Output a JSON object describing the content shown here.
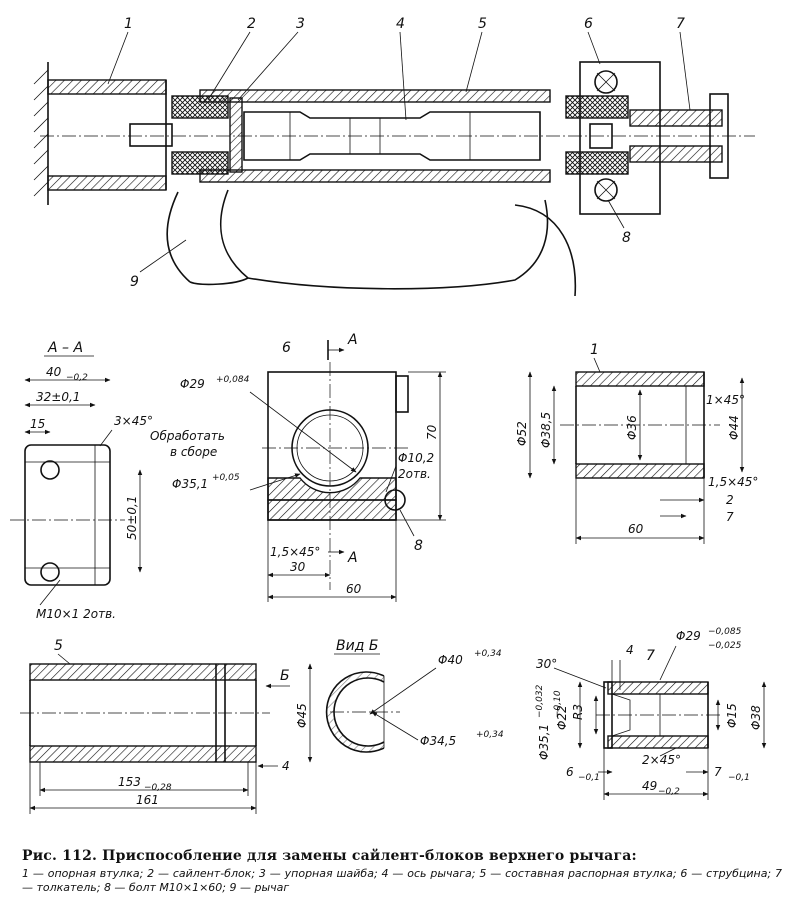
{
  "callouts": {
    "c1": "1",
    "c2": "2",
    "c3": "3",
    "c4": "4",
    "c5": "5",
    "c6": "6",
    "c7": "7",
    "c8": "8",
    "c9": "9"
  },
  "clamp_view": {
    "title": "А – А",
    "dim_40": "40",
    "dim_40_tol": "−0,2",
    "dim_32": "32±0,1",
    "dim_15": "15",
    "dim_chamfer": "3×45°",
    "dim_50": "50±0,1",
    "note_bolts": "М10×1 2отв."
  },
  "clamp_section": {
    "label_part": "6",
    "label_section": "А",
    "dim_d29": "Φ29",
    "dim_d29_tol": "+0,084",
    "note_machine_1": "Обработать",
    "note_machine_2": "в сборе",
    "dim_d35": "Φ35,1",
    "dim_d35_tol": "+0,05",
    "dim_d10": "Φ10,2",
    "note_holes": "2отв.",
    "dim_70": "70",
    "dim_chamfer": "1,5×45°",
    "dim_30": "30",
    "dim_60": "60",
    "label_bolt": "8"
  },
  "sleeve_view": {
    "label_part": "1",
    "dim_d52": "Φ52",
    "dim_d385": "Φ38,5",
    "dim_d36": "Φ36",
    "dim_d44": "Φ44",
    "dim_chamfer_1": "1×45°",
    "dim_chamfer_2": "1,5×45°",
    "dim_2": "2",
    "dim_7": "7",
    "dim_60": "60"
  },
  "spacer_view": {
    "label_part": "5",
    "label_view": "Б",
    "dim_d45": "Φ45",
    "dim_153": "153",
    "dim_153_tol": "−0,28",
    "dim_161": "161",
    "dim_4": "4"
  },
  "view_b": {
    "title": "Вид Б",
    "dim_d40": "Φ40",
    "dim_d40_tol": "+0,34",
    "dim_d345": "Φ34,5",
    "dim_d345_tol": "+0,34"
  },
  "pusher_view": {
    "label_part": "7",
    "dim_4": "4",
    "dim_d29": "Φ29",
    "dim_d29_tol_hi": "−0,085",
    "dim_d29_tol_lo": "−0,025",
    "dim_30deg": "30°",
    "dim_d351": "Φ35,1",
    "dim_d351_tol_hi": "−0,032",
    "dim_d351_tol_lo": "−0,10",
    "dim_d22": "Φ22",
    "dim_r3": "R3",
    "dim_d15": "Φ15",
    "dim_d38": "Φ38",
    "dim_chamfer": "2×45°",
    "dim_7": "7",
    "dim_7_tol": "−0,1",
    "dim_6": "6",
    "dim_6_tol": "−0,1",
    "dim_49": "49",
    "dim_49_tol": "−0,2"
  },
  "caption": {
    "title": "Рис. 112. Приспособление для замены сайлент-блоков верхнего рычага:",
    "legend": "1 — опорная втулка; 2 — сайлент-блок; 3 — упорная шайба; 4 — ось рычага; 5 — составная распорная втулка; 6 — струбцина; 7 — толкатель; 8 — болт М10×1×60; 9 — рычаг"
  }
}
